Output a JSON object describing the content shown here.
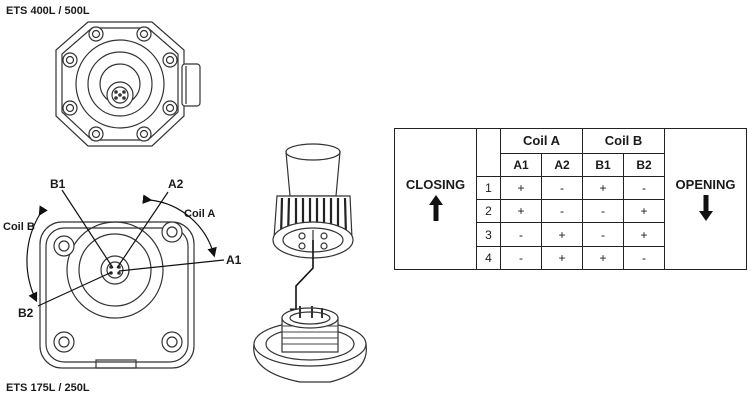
{
  "labels": {
    "top_model": "ETS 400L / 500L",
    "bottom_model": "ETS 175L / 250L",
    "coil_a": "Coil A",
    "coil_b": "Coil B",
    "pins": {
      "b1": "B1",
      "a2": "A2",
      "a1": "A1",
      "b2": "B2"
    }
  },
  "table": {
    "closing": "CLOSING",
    "opening": "OPENING",
    "coil_headers": [
      "Coil A",
      "Coil B"
    ],
    "sub_headers": [
      "A1",
      "A2",
      "B1",
      "B2"
    ],
    "rows": [
      {
        "step": "1",
        "a1": "+",
        "a2": "-",
        "b1": "+",
        "b2": "-"
      },
      {
        "step": "2",
        "a1": "+",
        "a2": "-",
        "b1": "-",
        "b2": "+"
      },
      {
        "step": "3",
        "a1": "-",
        "a2": "+",
        "b1": "-",
        "b2": "+"
      },
      {
        "step": "4",
        "a1": "-",
        "a2": "+",
        "b1": "+",
        "b2": "-"
      }
    ]
  }
}
